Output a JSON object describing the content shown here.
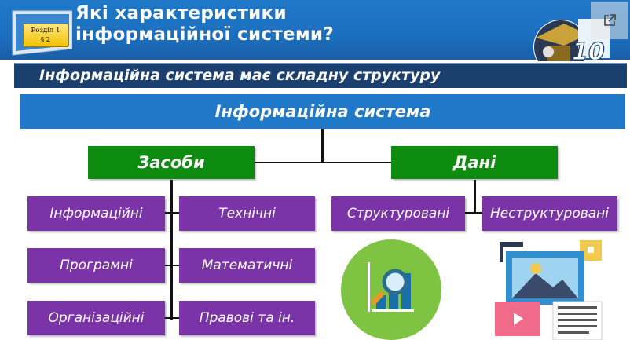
{
  "header": {
    "title_line1": "Які характеристики",
    "title_line2": "інформаційної системи?",
    "badge_line1": "Розділ 1",
    "badge_line2": "§ 2",
    "corner_number": "10"
  },
  "subtitle": "Інформаційна система має складну структуру",
  "diagram": {
    "root": "Інформаційна система",
    "left_branch": "Засоби",
    "right_branch": "Дані",
    "means_left": [
      "Інформаційні",
      "Програмні",
      "Організаційні"
    ],
    "means_right": [
      "Технічні",
      "Математичні",
      "Правові та ін."
    ],
    "data_items": [
      "Структуровані",
      "Неструктуровані"
    ]
  },
  "colors": {
    "header_blue": "#1f78c8",
    "subtitle_navy": "#1b3f6e",
    "green": "#0d8c10",
    "purple": "#7a34a8"
  },
  "icons": [
    "open-external-icon",
    "analytics-chart-icon",
    "media-gallery-icon"
  ]
}
